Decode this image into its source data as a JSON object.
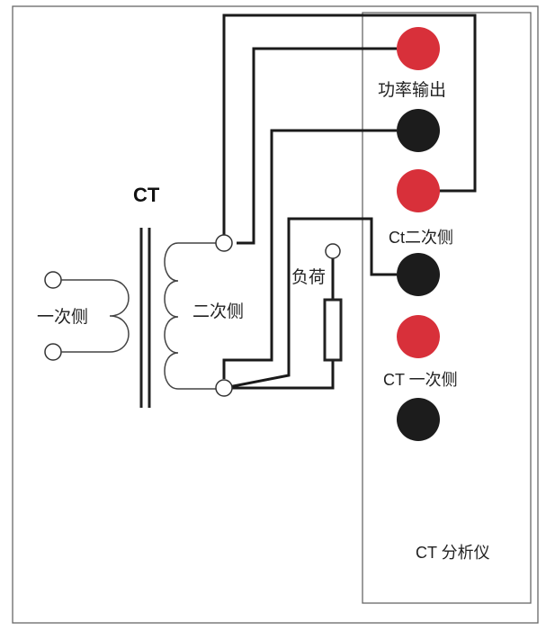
{
  "labels": {
    "ct_title": "CT",
    "primary_side": "一次侧",
    "secondary_side": "二次侧",
    "load": "负荷",
    "power_output": "功率输出",
    "ct_secondary": "Ct二次侧",
    "ct_primary": "CT 一次侧",
    "analyzer": "CT 分析仪"
  },
  "colors": {
    "terminal_red": "#d8303a",
    "terminal_black": "#1c1c1c",
    "wire": "#1a1a1a",
    "frame": "#666666"
  },
  "terminals": [
    {
      "name": "power-output-red",
      "color": "red"
    },
    {
      "name": "power-output-black",
      "color": "black"
    },
    {
      "name": "ct-secondary-red",
      "color": "red"
    },
    {
      "name": "ct-secondary-black",
      "color": "black"
    },
    {
      "name": "ct-primary-red",
      "color": "red"
    },
    {
      "name": "ct-primary-black",
      "color": "black"
    }
  ]
}
